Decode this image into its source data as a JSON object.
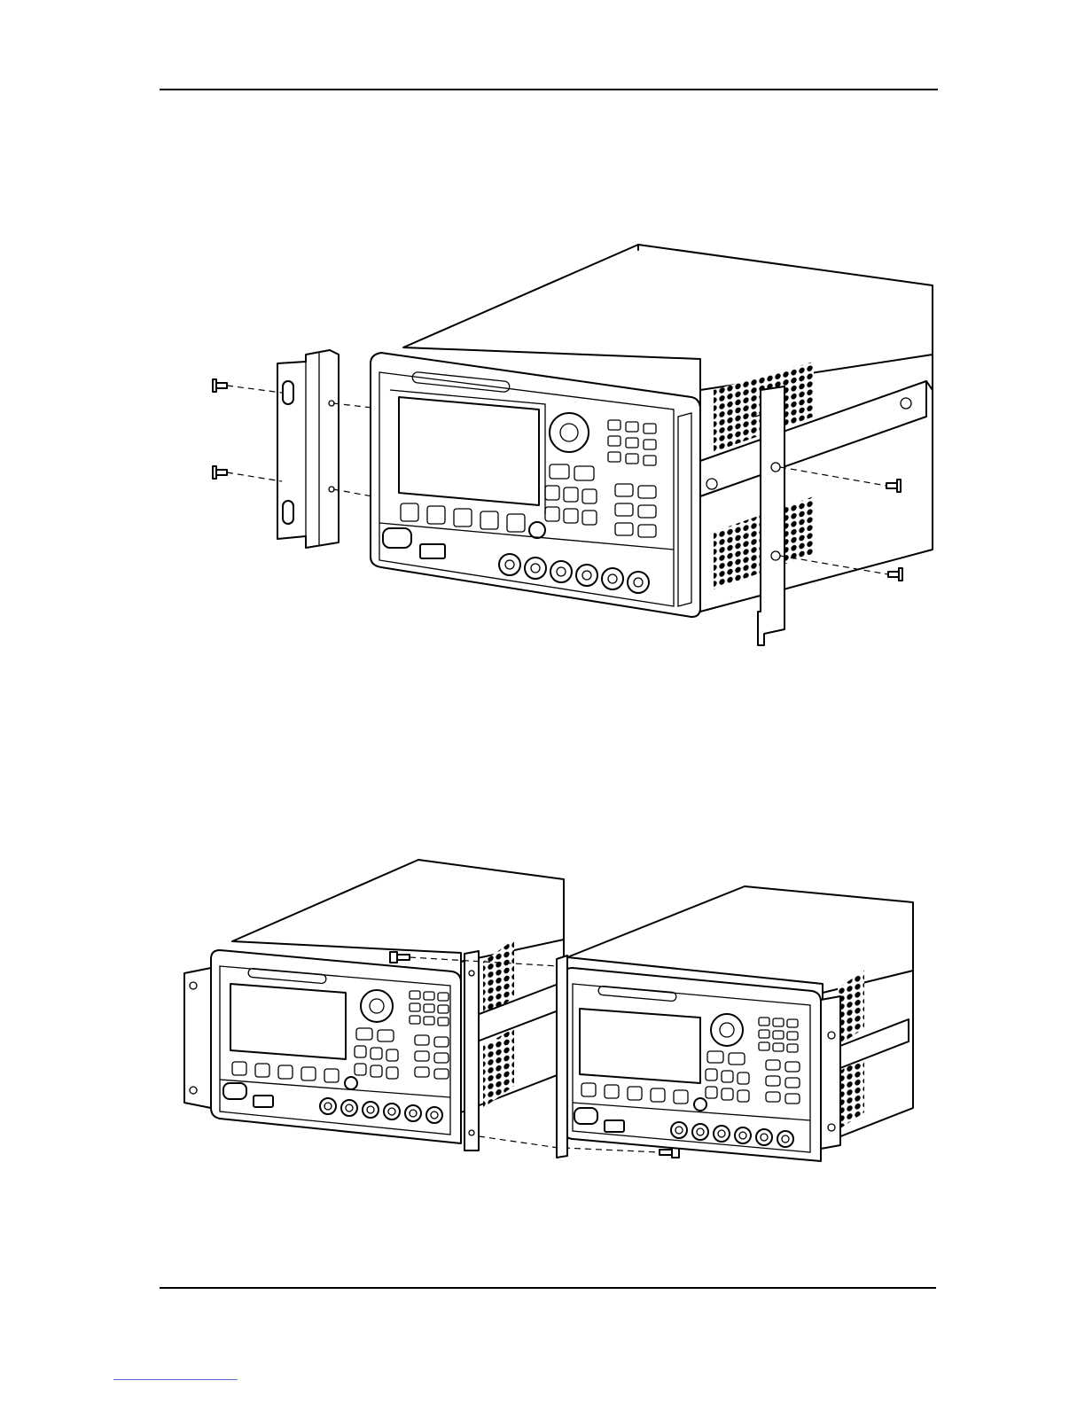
{
  "page": {
    "header_rule": true,
    "footer_rule": true
  },
  "figures": [
    {
      "id": "fig-bracket-install",
      "icon": "rack-mount-bracket-installation-illustration"
    },
    {
      "id": "fig-two-units-joined",
      "icon": "two-units-joined-rack-illustration"
    }
  ],
  "colors": {
    "ink": "#000000",
    "paper": "#ffffff",
    "link": "#5b6fd6"
  }
}
